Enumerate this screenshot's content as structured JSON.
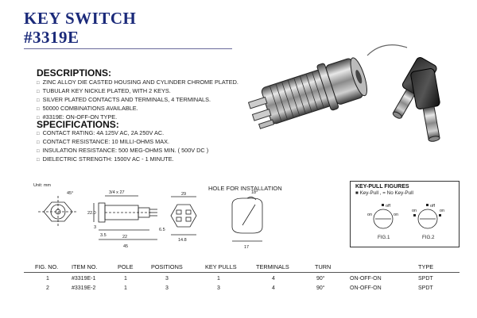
{
  "header": {
    "title": "KEY SWITCH",
    "model": "#3319E"
  },
  "descriptions": {
    "heading": "DESCRIPTIONS:",
    "items": [
      "ZINC ALLOY DIE CASTED HOUSING AND CYLINDER CHROME PLATED.",
      "TUBULAR KEY NICKLE PLATED, WITH 2 KEYS.",
      "SILVER PLATED CONTACTS AND TERMINALS, 4 TERMINALS.",
      "50000 COMBINATIONS AVAILABLE.",
      "#3319E: ON-OFF-ON TYPE."
    ]
  },
  "specifications": {
    "heading": "SPECIFICATIONS:",
    "items": [
      "CONTACT RATING: 4A 125V AC, 2A 250V AC.",
      "CONTACT RESISTANCE: 10 MILLI-OHMS MAX.",
      "INSULATION RESISTANCE: 500 MEG-OHMS MIN. ( 500V DC )",
      "DIELECTRIC STRENGTH: 1500V AC - 1 MINUTE."
    ]
  },
  "drawing": {
    "unit": "Unit: mm",
    "dims": [
      "45°",
      "3/4 x 27",
      "22.0",
      "3",
      "3.5",
      "22",
      "45",
      "29",
      "14.8",
      "6.5",
      "18°",
      "17"
    ],
    "hole_title": "HOLE FOR INSTALLATION"
  },
  "key_pull": {
    "title": "KEY-PULL FIGURES",
    "legend": "Key-Pull ,  = No Key-Pull",
    "labels": [
      "off",
      "on",
      "on",
      "off",
      "on",
      "on"
    ],
    "fig1": "FIG.1",
    "fig2": "FIG.2"
  },
  "table": {
    "headers": [
      "FIG. NO.",
      "ITEM NO.",
      "POLE",
      "POSITIONS",
      "KEY PULLS",
      "TERMINALS",
      "TURN",
      "",
      "TYPE"
    ],
    "rows": [
      [
        "1",
        "#3319E-1",
        "1",
        "3",
        "1",
        "4",
        "90°",
        "ON-OFF-ON",
        "SPDT"
      ],
      [
        "2",
        "#3319E-2",
        "1",
        "3",
        "3",
        "4",
        "90°",
        "ON-OFF-ON",
        "SPDT"
      ]
    ]
  }
}
